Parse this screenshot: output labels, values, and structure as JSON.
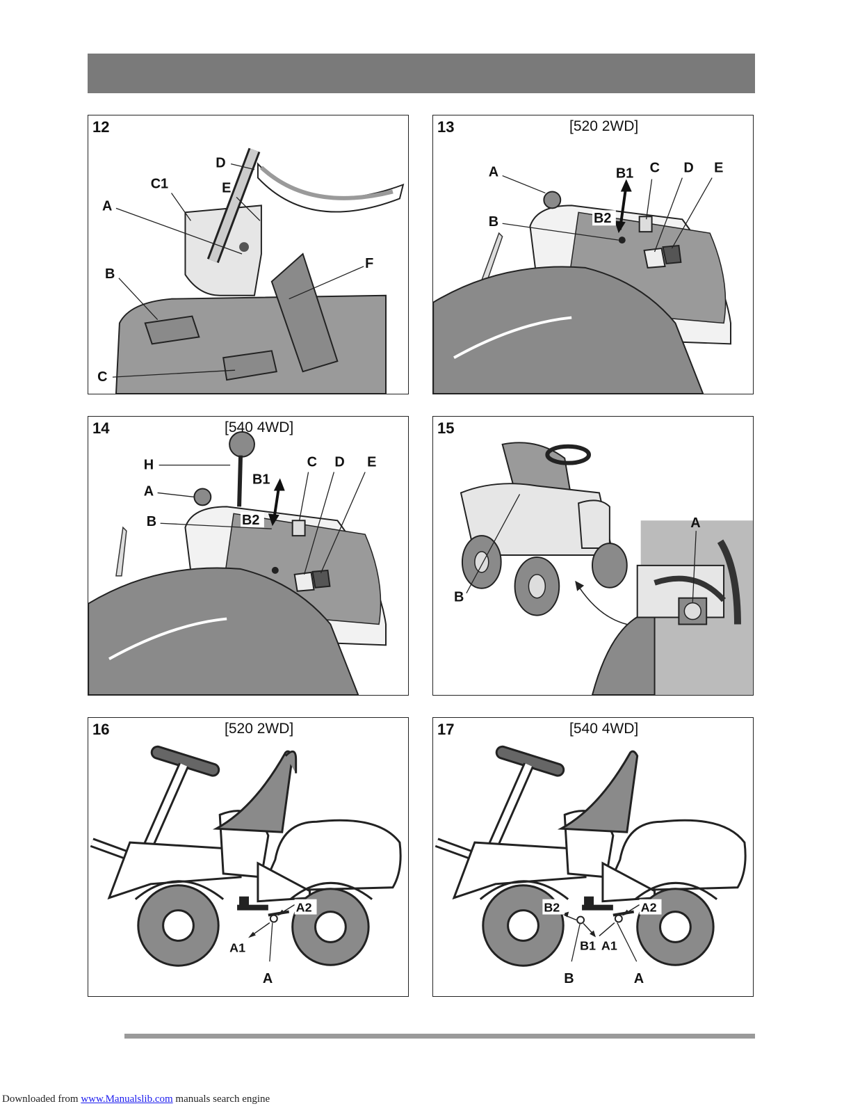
{
  "figures": [
    {
      "number": "12",
      "tag": "",
      "labels": [
        "D",
        "C1",
        "E",
        "A",
        "B",
        "F",
        "C"
      ]
    },
    {
      "number": "13",
      "tag": "[520 2WD]",
      "labels": [
        "A",
        "B1",
        "C",
        "D",
        "E",
        "B2",
        "B"
      ]
    },
    {
      "number": "14",
      "tag": "[540 4WD]",
      "labels": [
        "H",
        "C",
        "D",
        "E",
        "B1",
        "A",
        "B2",
        "B"
      ]
    },
    {
      "number": "15",
      "tag": "",
      "labels": [
        "A",
        "B"
      ]
    },
    {
      "number": "16",
      "tag": "[520 2WD]",
      "labels": [
        "A2",
        "A1",
        "A"
      ]
    },
    {
      "number": "17",
      "tag": "[540 4WD]",
      "labels": [
        "B2",
        "A2",
        "B1",
        "A1",
        "B",
        "A"
      ]
    }
  ],
  "footer": {
    "prefix": "Downloaded from ",
    "link": "www.Manualslib.com",
    "suffix": " manuals search engine"
  }
}
